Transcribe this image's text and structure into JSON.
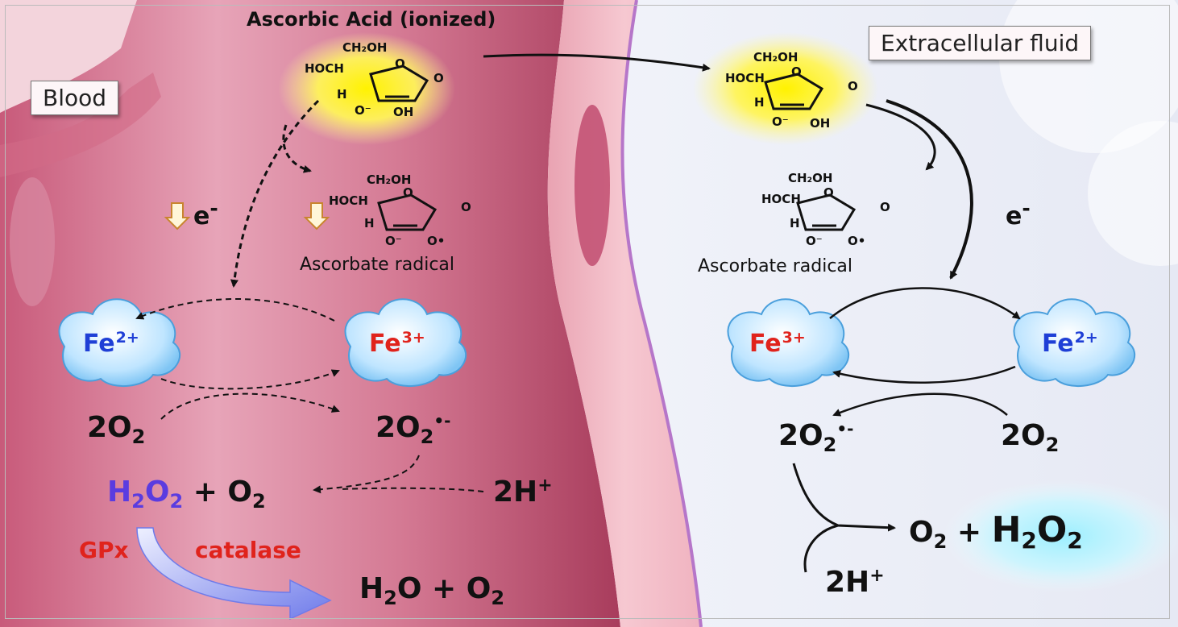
{
  "labels": {
    "title": "Ascorbic Acid (ionized)",
    "blood": "Blood",
    "extracellular": "Extracellular fluid",
    "radical_left": "Ascorbate radical",
    "radical_right": "Ascorbate radical",
    "e_minus": "e",
    "e_minus_sup": "-",
    "gpx": "GPx",
    "catalase": "catalase"
  },
  "molecule": {
    "ch2oh": "CH₂OH",
    "hoch": "HOCH",
    "o_ring": "O",
    "o_keto": "O",
    "h": "H",
    "o_minus": "O⁻",
    "oh": "OH",
    "o_radical": "O•"
  },
  "iron": {
    "fe": "Fe",
    "fe2_sup": "2+",
    "fe3_sup": "3+"
  },
  "equations": {
    "o2_2": "2O",
    "sub2": "2",
    "superoxide_sup": "•-",
    "h2o2_a": "H",
    "h2o2_b": "O",
    "plus": "+",
    "o2": "O",
    "proton": "2H",
    "proton_sup": "+",
    "water_h": "H",
    "water_o": "O"
  },
  "colors": {
    "fe2": "#1f3fd6",
    "fe3": "#e0231c",
    "h2o2_blood": "#5a3ce0",
    "enzyme": "#e0231c",
    "glow_yellow": "#fff200",
    "glow_cyan": "#bff3ff"
  }
}
